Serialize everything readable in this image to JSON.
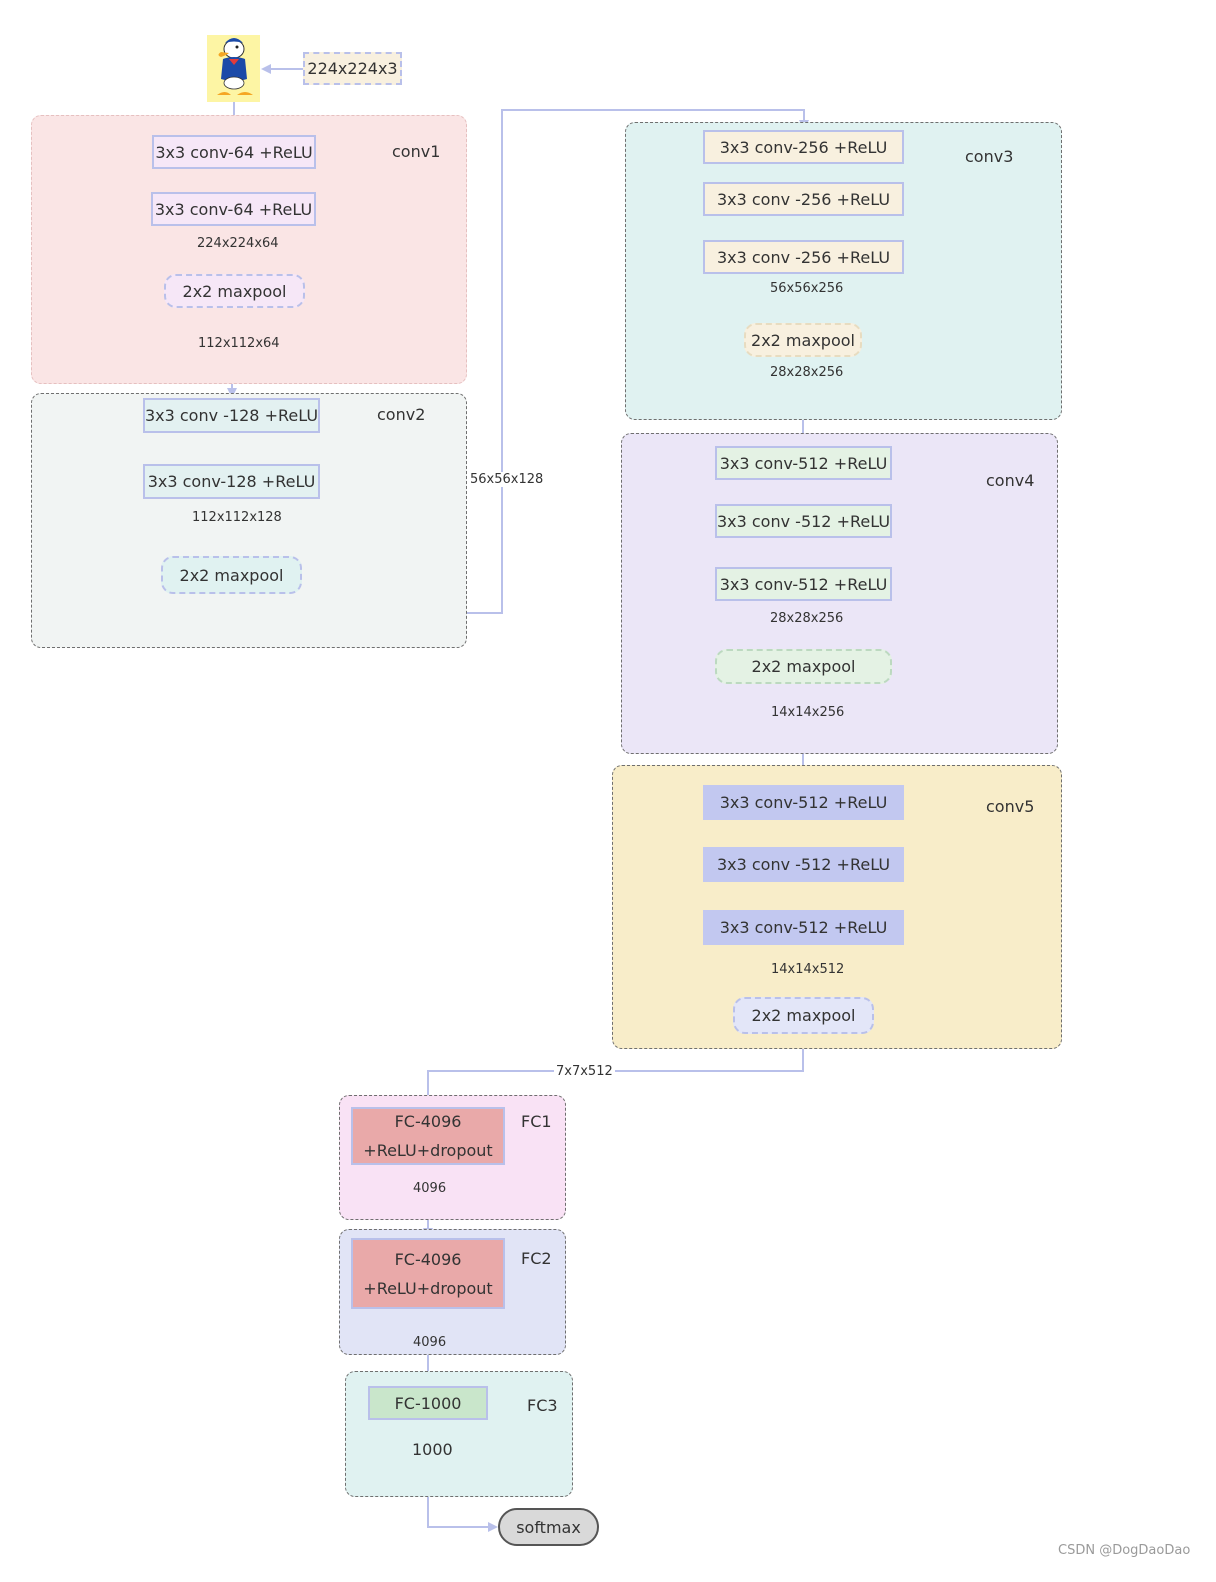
{
  "input": {
    "size_label": "224x224x3",
    "image_icon": "duck-cartoon-icon"
  },
  "conv1": {
    "label": "conv1",
    "layer1": "3x3 conv-64 +ReLU",
    "layer2": "3x3 conv-64  +ReLU",
    "dim_after_conv": "224x224x64",
    "pool": "2x2 maxpool",
    "dim_out": "112x112x64"
  },
  "conv2": {
    "label": "conv2",
    "layer1": "3x3 conv -128 +ReLU",
    "layer2": "3x3 conv-128 +ReLU",
    "dim_after_conv": "112x112x128",
    "pool": "2x2 maxpool",
    "dim_out": "56x56x128"
  },
  "conv3": {
    "label": "conv3",
    "layer1": "3x3 conv-256 +ReLU",
    "layer2": "3x3 conv -256 +ReLU",
    "layer3": "3x3 conv -256 +ReLU",
    "dim_after_conv": "56x56x256",
    "pool": "2x2 maxpool",
    "dim_out": "28x28x256"
  },
  "conv4": {
    "label": "conv4",
    "layer1": "3x3 conv-512 +ReLU",
    "layer2": "3x3 conv -512 +ReLU",
    "layer3": "3x3 conv-512 +ReLU",
    "dim_after_conv": "28x28x256",
    "pool": "2x2 maxpool",
    "dim_out": "14x14x256"
  },
  "conv5": {
    "label": "conv5",
    "layer1": "3x3 conv-512 +ReLU",
    "layer2": "3x3 conv -512 +ReLU",
    "layer3": "3x3 conv-512 +ReLU",
    "dim_after_conv": "14x14x512",
    "pool": "2x2 maxpool",
    "dim_out": "7x7x512"
  },
  "fc1": {
    "label": "FC1",
    "line1": "FC-4096",
    "line2": "+ReLU+dropout",
    "dim_out": "4096"
  },
  "fc2": {
    "label": "FC2",
    "line1": "FC-4096",
    "line2": "+ReLU+dropout",
    "dim_out": "4096"
  },
  "fc3": {
    "label": "FC3",
    "layer": "FC-1000",
    "dim_out": "1000"
  },
  "output": {
    "label": "softmax"
  },
  "watermark": "CSDN @DogDaoDao",
  "colors": {
    "arrow": "#b9c0ea",
    "fc_box": "#e9a9a9",
    "conv5_box": "#c2c8f0"
  }
}
